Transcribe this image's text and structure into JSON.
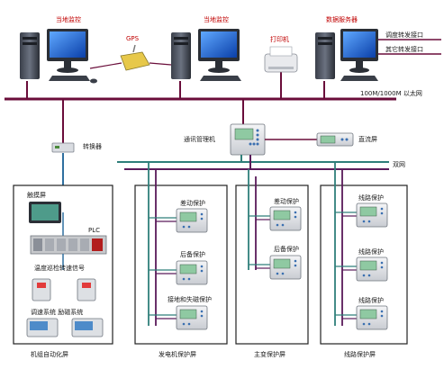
{
  "pcs": {
    "local1": "当地监控",
    "local2": "当地监控",
    "server": "数据服务器",
    "printer": "打印机"
  },
  "gps": "GPS",
  "forward": {
    "dispatch": "调度转发接口",
    "other": "其它转发接口"
  },
  "ethernet": "100M/1000M 以太网",
  "converter": "转换器",
  "comm_manager": "通讯管理机",
  "dc_screen": "直流屏",
  "dual_net": "双网",
  "unit_panel": {
    "touchscreen": "触摸屏",
    "plc": "PLC",
    "temp_patrol": "温度巡检转速信号",
    "speed_excite": "调速系统 励磁系统",
    "title": "机组自动化屏"
  },
  "gen_panel": {
    "diff": "差动保护",
    "backup": "后备保护",
    "ground": "接地和失磁保护",
    "title": "发电机保护屏"
  },
  "main_panel": {
    "diff": "差动保护",
    "backup": "后备保护",
    "title": "主变保护屏"
  },
  "line_panel": {
    "p1": "线路保护",
    "p2": "线路保护",
    "p3": "线路保护",
    "title": "线路保护屏"
  }
}
